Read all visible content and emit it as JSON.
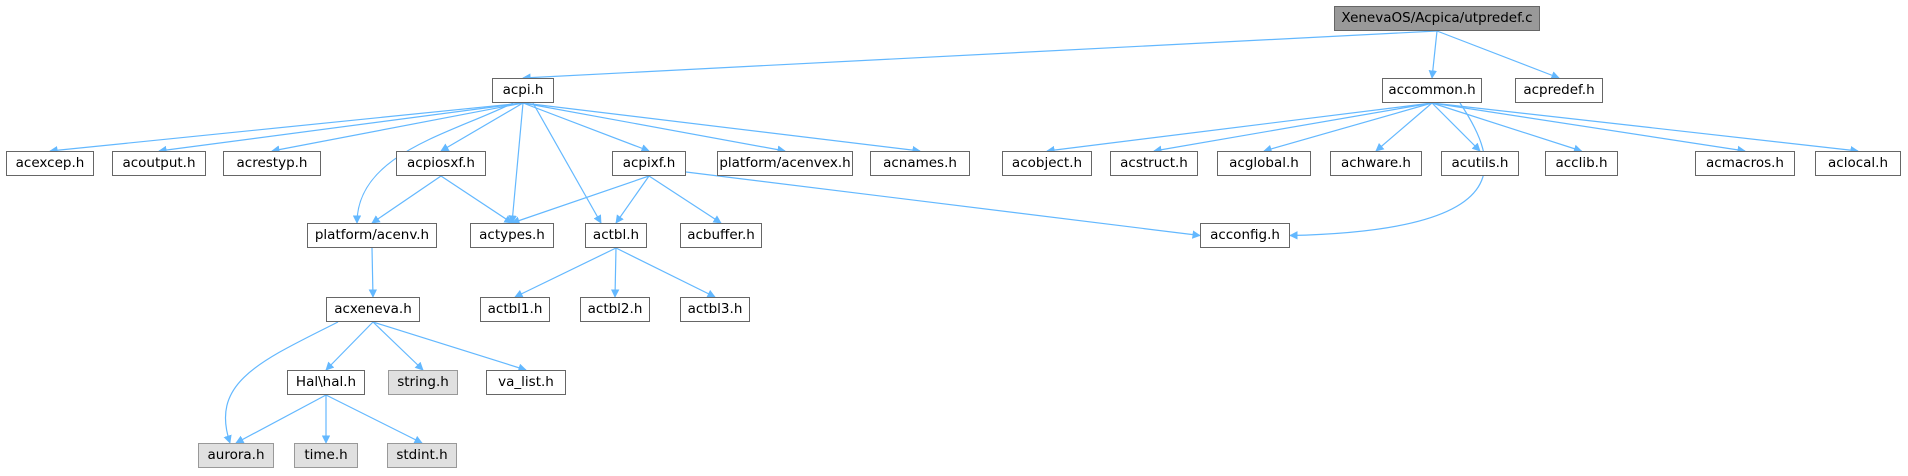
{
  "colors": {
    "edge": "#63b8ff",
    "root_fill": "#999999",
    "sys_fill": "#e0e0e0",
    "border": "#666666"
  },
  "nodes": {
    "utpredef": "XenevaOS/Acpica/utpredef.c",
    "acpi": "acpi.h",
    "accommon": "accommon.h",
    "acpredef": "acpredef.h",
    "acexcep": "acexcep.h",
    "acoutput": "acoutput.h",
    "acrestyp": "acrestyp.h",
    "acpiosxf": "acpiosxf.h",
    "acpixf": "acpixf.h",
    "acenvex": "platform/acenvex.h",
    "acnames": "acnames.h",
    "acobject": "acobject.h",
    "acstruct": "acstruct.h",
    "acglobal": "acglobal.h",
    "achware": "achware.h",
    "acutils": "acutils.h",
    "acclib": "acclib.h",
    "acmacros": "acmacros.h",
    "aclocal": "aclocal.h",
    "acenv": "platform/acenv.h",
    "actypes": "actypes.h",
    "actbl": "actbl.h",
    "acbuffer": "acbuffer.h",
    "acconfig": "acconfig.h",
    "acxeneva": "acxeneva.h",
    "actbl1": "actbl1.h",
    "actbl2": "actbl2.h",
    "actbl3": "actbl3.h",
    "halh": "Hal\\hal.h",
    "stringh": "string.h",
    "valist": "va_list.h",
    "aurora": "aurora.h",
    "timeh": "time.h",
    "stdint": "stdint.h"
  },
  "edges": [
    [
      "utpredef",
      "acpi"
    ],
    [
      "utpredef",
      "accommon"
    ],
    [
      "utpredef",
      "acpredef"
    ],
    [
      "acpi",
      "acexcep"
    ],
    [
      "acpi",
      "acoutput"
    ],
    [
      "acpi",
      "acrestyp"
    ],
    [
      "acpi",
      "acpiosxf"
    ],
    [
      "acpi",
      "acpixf"
    ],
    [
      "acpi",
      "acenvex"
    ],
    [
      "acpi",
      "acnames"
    ],
    [
      "acpi",
      "acenv"
    ],
    [
      "acpi",
      "actypes"
    ],
    [
      "acpi",
      "actbl"
    ],
    [
      "accommon",
      "acobject"
    ],
    [
      "accommon",
      "acstruct"
    ],
    [
      "accommon",
      "acglobal"
    ],
    [
      "accommon",
      "achware"
    ],
    [
      "accommon",
      "acutils"
    ],
    [
      "accommon",
      "acclib"
    ],
    [
      "accommon",
      "acmacros"
    ],
    [
      "accommon",
      "aclocal"
    ],
    [
      "accommon",
      "acconfig"
    ],
    [
      "acpiosxf",
      "acenv"
    ],
    [
      "acpiosxf",
      "actypes"
    ],
    [
      "acpixf",
      "actypes"
    ],
    [
      "acpixf",
      "actbl"
    ],
    [
      "acpixf",
      "acbuffer"
    ],
    [
      "acpixf",
      "acconfig"
    ],
    [
      "acenv",
      "acxeneva"
    ],
    [
      "actbl",
      "actbl1"
    ],
    [
      "actbl",
      "actbl2"
    ],
    [
      "actbl",
      "actbl3"
    ],
    [
      "acxeneva",
      "halh"
    ],
    [
      "acxeneva",
      "stringh"
    ],
    [
      "acxeneva",
      "valist"
    ],
    [
      "acxeneva",
      "aurora"
    ],
    [
      "halh",
      "aurora"
    ],
    [
      "halh",
      "timeh"
    ],
    [
      "halh",
      "stdint"
    ]
  ]
}
